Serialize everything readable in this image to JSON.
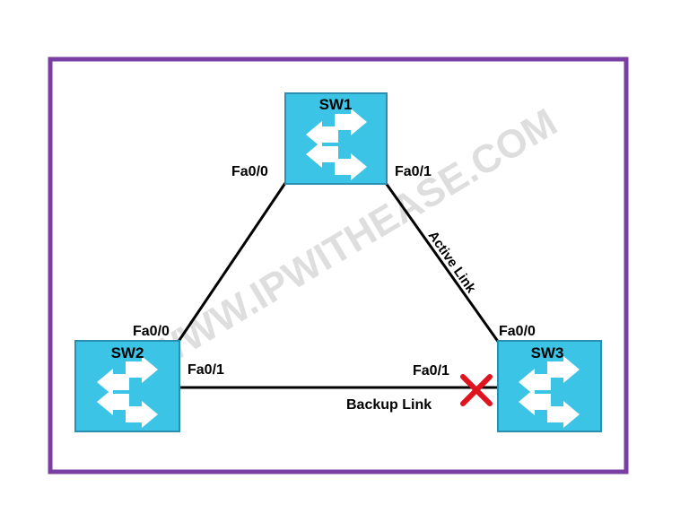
{
  "diagram": {
    "watermark": "WWW.IPWITHEASE.COM",
    "frame_color": "#7a3fa3",
    "switch_color": "#3cc4e6",
    "switches": {
      "sw1": {
        "name": "SW1"
      },
      "sw2": {
        "name": "SW2"
      },
      "sw3": {
        "name": "SW3"
      }
    },
    "ports": {
      "sw1_left": "Fa0/0",
      "sw1_right": "Fa0/1",
      "sw2_top": "Fa0/0",
      "sw2_right": "Fa0/1",
      "sw3_top": "Fa0/0",
      "sw3_left": "Fa0/1"
    },
    "links": {
      "active": "Active Link",
      "backup": "Backup Link"
    },
    "blocked_marker": {
      "icon": "red-x-icon",
      "color": "#e0141e"
    }
  }
}
